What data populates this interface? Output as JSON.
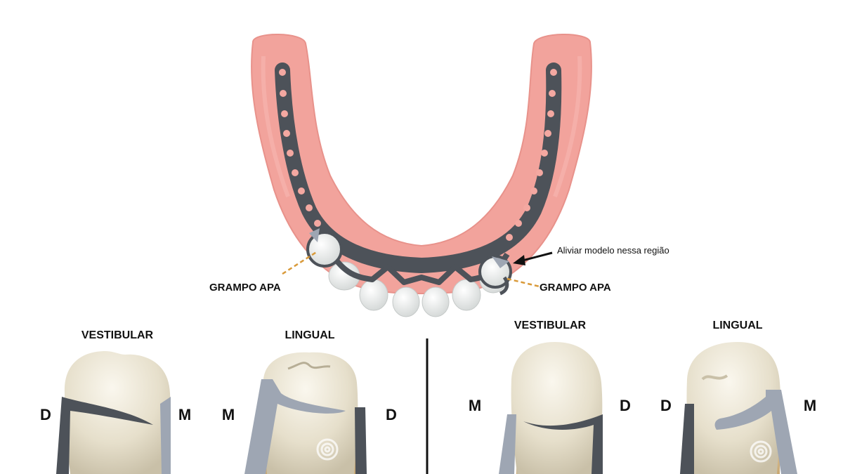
{
  "labels": {
    "clasp_left": "GRAMPO APA",
    "clasp_right": "GRAMPO APA",
    "relief_note": "Aliviar modelo nessa região"
  },
  "panels": [
    {
      "title": "VESTIBULAR",
      "left": "D",
      "right": "M"
    },
    {
      "title": "LINGUAL",
      "left": "M",
      "right": "D"
    },
    {
      "title": "VESTIBULAR",
      "left": "M",
      "right": "D"
    },
    {
      "title": "LINGUAL",
      "left": "D",
      "right": "M"
    }
  ],
  "colors": {
    "gum": "#f2a39c",
    "metal": "#4d5259",
    "clasp_light": "#9ea6b3",
    "tooth": "#e6dfcb",
    "root": "#d9c49a",
    "leader": "#d99a3a",
    "divider": "#111111"
  },
  "icons": [
    "watermark-spiral-icon",
    "watermark-spiral-icon"
  ]
}
